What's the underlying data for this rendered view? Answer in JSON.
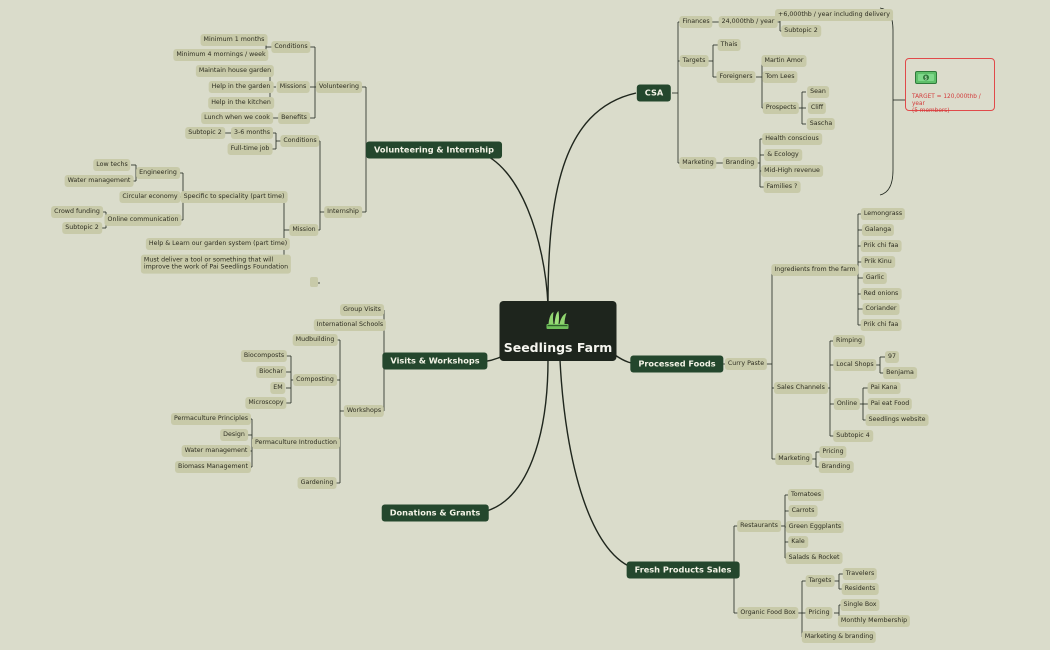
{
  "root": {
    "title": "Seedlings Farm",
    "logo_icon": "plant-logo-icon"
  },
  "colors": {
    "link": "#1f261d",
    "main_node": "#24472d",
    "sub_node": "#c8caa9",
    "root_node": "#1e251d",
    "accent_red": "#e04a4a"
  },
  "target_note": {
    "line1": "TARGET = 120,000thb / year",
    "line2": "(5 members)",
    "icon": "money-icon"
  },
  "branches": {
    "csa": {
      "label": "CSA",
      "finances": {
        "label": "Finances",
        "amount": "24,000thb / year",
        "items": [
          "+6,000thb / year including delivery",
          "Subtopic 2"
        ]
      },
      "targets": {
        "label": "Targets",
        "thais": "Thais",
        "foreigners": {
          "label": "Foreigners",
          "items": [
            "Martin Amor",
            "Tom Lees"
          ],
          "prospects": {
            "label": "Prospects",
            "items": [
              "Sean",
              "Cliff",
              "Sascha"
            ]
          }
        }
      },
      "marketing": {
        "label": "Marketing",
        "branding": {
          "label": "Branding",
          "items": [
            "Health  conscious",
            "& Ecology",
            "Mid-High revenue",
            "Families ?"
          ]
        }
      }
    },
    "volunteering": {
      "label": "Volunteering & Internship",
      "volunteering": {
        "label": "Volunteering",
        "conditions": {
          "label": "Conditions",
          "items": [
            "Minimum 1 months",
            "Minimum 4 mornings / week"
          ]
        },
        "missions": {
          "label": "Missions",
          "items": [
            "Maintain house garden",
            "Help in the garden",
            "Help in the kitchen"
          ]
        },
        "benefits": {
          "label": "Benefits",
          "items": [
            "Lunch when we cook"
          ]
        }
      },
      "internship": {
        "label": "Internship",
        "conditions": {
          "label": "Conditions",
          "duration": "3-6 months",
          "subtopic": "Subtopic 2",
          "fulltime": "Full-time job"
        },
        "mission": {
          "label": "Mission",
          "specialty": {
            "label": "Specific to speciality (part time)",
            "engineering": {
              "label": "Engineering",
              "items": [
                "Low techs",
                "Water management"
              ]
            },
            "circular": "Circular economy",
            "online": {
              "label": "Online communication",
              "items": [
                "Crowd funding",
                "Subtopic 2"
              ]
            }
          },
          "help": "Help & Learn our garden system (part time)",
          "deliver1": "Must deliver a tool or something that will",
          "deliver2": "improve the work of Pai Seedlings Foundation"
        }
      }
    },
    "visits": {
      "label": "Visits & Workshops",
      "group": "Group Visits",
      "schools": "International Schools",
      "workshops": {
        "label": "Workshops",
        "mudbuilding": "Mudbuilding",
        "composting": {
          "label": "Composting",
          "items": [
            "Biocomposts",
            "Biochar",
            "EM",
            "Microscopy"
          ]
        },
        "permaculture": {
          "label": "Permaculture Introduction",
          "items": [
            "Permaculture Principles",
            "Design",
            "Water management",
            "Biomass Management"
          ]
        },
        "gardening": "Gardening"
      }
    },
    "donations": {
      "label": "Donations & Grants"
    },
    "processed": {
      "label": "Processed Foods",
      "curry": {
        "label": "Curry Paste",
        "ingredients": {
          "label": "Ingredients from the farm",
          "items": [
            "Lemongrass",
            "Galanga",
            "Prik chi faa",
            "Prik Kinu",
            "Garlic",
            "Red onions",
            "Coriander",
            "Prik chi faa"
          ]
        },
        "sales": {
          "label": "Sales Channels",
          "rimping": "Rimping",
          "local": {
            "label": "Local Shops",
            "items": [
              "97",
              "Benjama"
            ]
          },
          "online": {
            "label": "Online",
            "items": [
              "Pai Kana",
              "Pai eat Food",
              "Seedlings website"
            ]
          },
          "subtopic": "Subtopic 4"
        },
        "marketing": {
          "label": "Marketing",
          "items": [
            "Pricing",
            "Branding"
          ]
        }
      }
    },
    "fresh": {
      "label": "Fresh Products Sales",
      "restaurants": {
        "label": "Restaurants",
        "items": [
          "Tomatoes",
          "Carrots",
          "Green Eggplants",
          "Kale",
          "Salads & Rocket"
        ]
      },
      "foodbox": {
        "label": "Organic Food Box",
        "targets": {
          "label": "Targets",
          "items": [
            "Travelers",
            "Residents"
          ]
        },
        "pricing": {
          "label": "Pricing",
          "items": [
            "Single Box",
            "Monthly Membership"
          ]
        },
        "marketing": "Marketing & branding"
      }
    }
  }
}
